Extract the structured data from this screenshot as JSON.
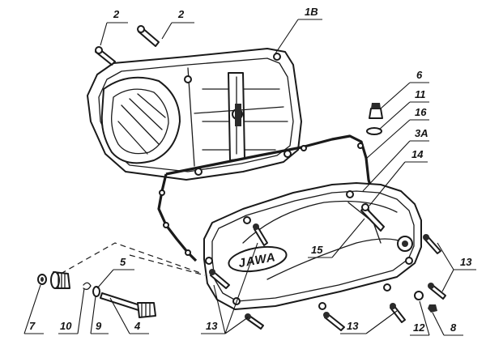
{
  "logo": {
    "text": "JAWA"
  },
  "callouts": [
    {
      "id": "c-2a",
      "text": "2"
    },
    {
      "id": "c-2b",
      "text": "2"
    },
    {
      "id": "c-1b",
      "text": "1B"
    },
    {
      "id": "c-6",
      "text": "6"
    },
    {
      "id": "c-11",
      "text": "11"
    },
    {
      "id": "c-16",
      "text": "16"
    },
    {
      "id": "c-3a",
      "text": "3A"
    },
    {
      "id": "c-14",
      "text": "14"
    },
    {
      "id": "c-15",
      "text": "15"
    },
    {
      "id": "c-5",
      "text": "5"
    },
    {
      "id": "c-13a",
      "text": "13"
    },
    {
      "id": "c-13b",
      "text": "13"
    },
    {
      "id": "c-13c",
      "text": "13"
    },
    {
      "id": "c-7",
      "text": "7"
    },
    {
      "id": "c-10",
      "text": "10"
    },
    {
      "id": "c-9",
      "text": "9"
    },
    {
      "id": "c-4",
      "text": "4"
    },
    {
      "id": "c-12",
      "text": "12"
    },
    {
      "id": "c-8",
      "text": "8"
    }
  ]
}
